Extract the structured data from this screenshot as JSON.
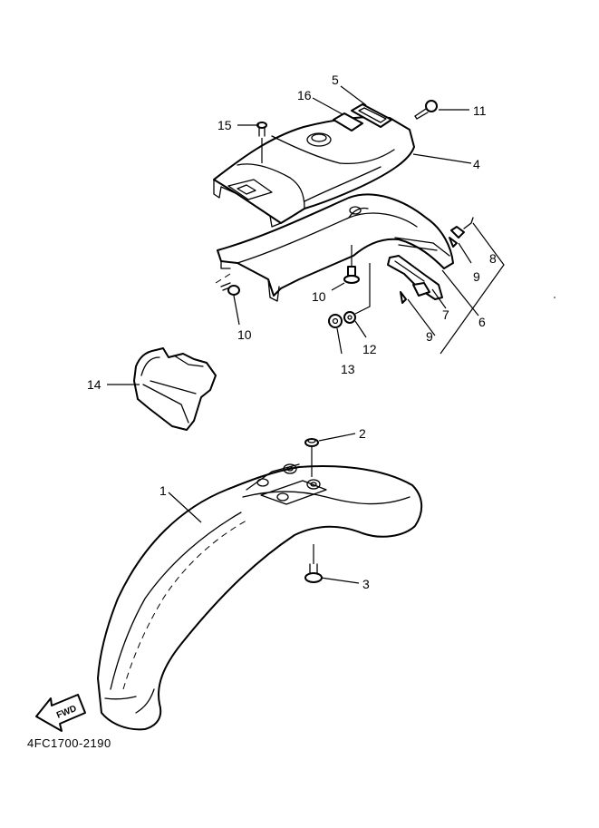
{
  "callouts": {
    "c1": "1",
    "c2": "2",
    "c3": "3",
    "c4": "4",
    "c5": "5",
    "c6": "6",
    "c7": "7",
    "c8": "8",
    "c9a": "9",
    "c9b": "9",
    "c10a": "10",
    "c10b": "10",
    "c11": "11",
    "c12": "12",
    "c13": "13",
    "c14": "14",
    "c15": "15",
    "c16": "16"
  },
  "fwd_label": "FWD",
  "diagram_code": "4FC1700-2190"
}
